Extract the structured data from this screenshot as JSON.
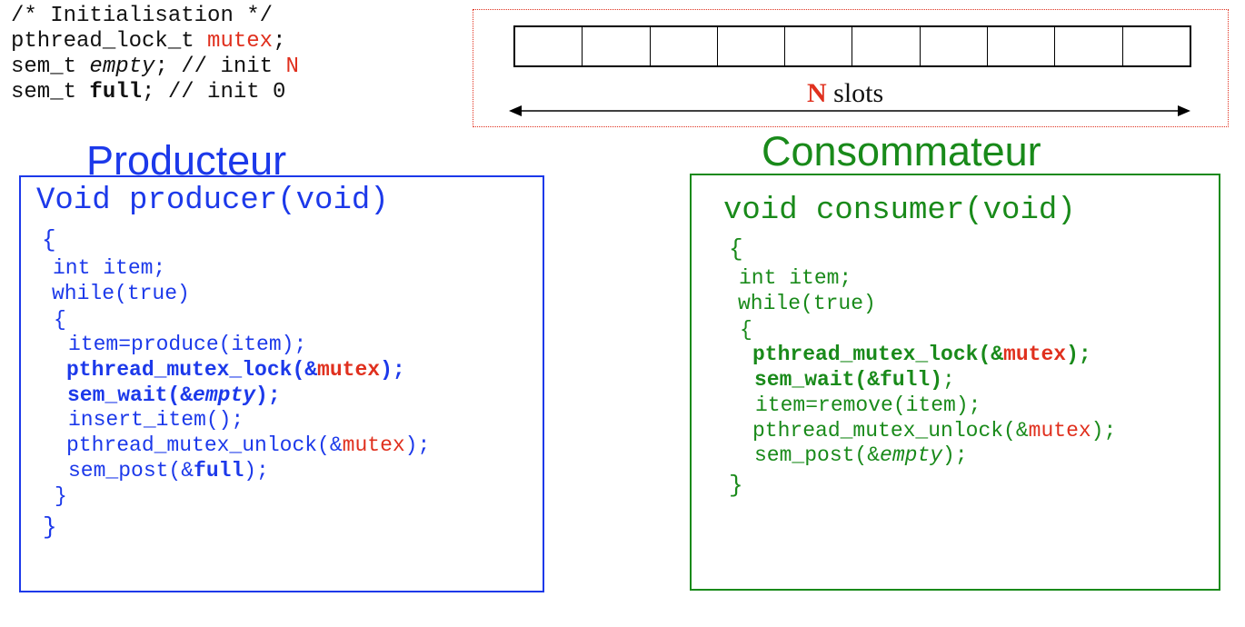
{
  "init": {
    "comment": "/* Initialisation */",
    "mutex_type": "pthread_lock_t ",
    "mutex_name": "mutex",
    "mutex_end": ";",
    "empty_type": "sem_t ",
    "empty_name": "empty",
    "empty_mid": "; // init ",
    "empty_val": "N",
    "full_type": "sem_t ",
    "full_name": "full",
    "full_mid": "; // init 0"
  },
  "buffer": {
    "slot_count": 10,
    "label_n": "N",
    "label_text": " slots"
  },
  "producer": {
    "title": "Producteur",
    "signature": "Void producer(void)",
    "open_brace": "{",
    "decl": "int item;",
    "loop": "while(true)",
    "loop_open": "{",
    "produce": "item=produce(item);",
    "lock_fn": "pthread_mutex_lock(&",
    "lock_arg": "mutex",
    "lock_end": ");",
    "wait_fn": "sem_wait(&",
    "wait_arg": "empty",
    "wait_end": ");",
    "insert": "insert_item();",
    "unlock_fn": "pthread_mutex_unlock(&",
    "unlock_arg": "mutex",
    "unlock_end": ");",
    "post_fn": "sem_post(&",
    "post_arg": "full",
    "post_end": ");",
    "loop_close": "}",
    "close_brace": "}"
  },
  "consumer": {
    "title": "Consommateur",
    "signature": "void consumer(void)",
    "open_brace": "{",
    "decl": "int item;",
    "loop": "while(true)",
    "loop_open": "{",
    "lock_fn": "pthread_mutex_lock(&",
    "lock_arg": "mutex",
    "lock_end": ");",
    "wait_fn": "sem_wait(&full)",
    "wait_end": ";",
    "remove": "item=remove(item);",
    "unlock_fn": "pthread_mutex_unlock(&",
    "unlock_arg": "mutex",
    "unlock_end": ");",
    "post_fn": "sem_post(&",
    "post_arg": "empty",
    "post_end": ");",
    "close_brace": "}"
  },
  "colors": {
    "producer": "#1c39ea",
    "consumer": "#198a1a",
    "highlight": "#e0301e"
  }
}
